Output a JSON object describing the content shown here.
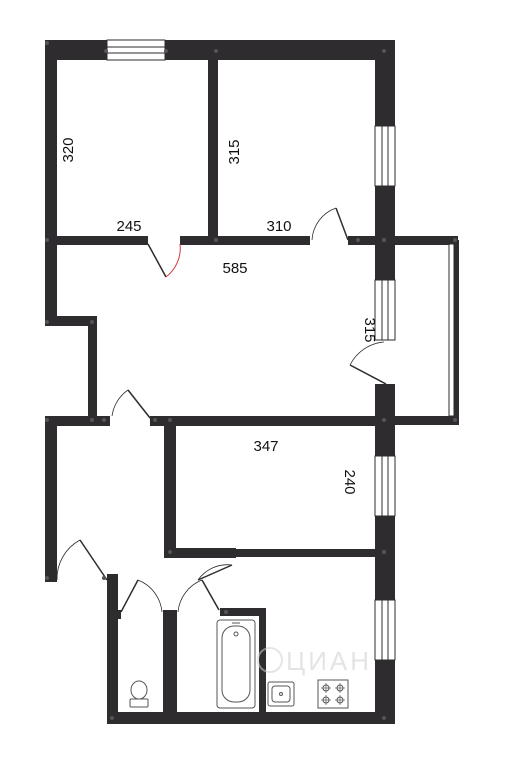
{
  "dimensions": {
    "room_top_left_height": "320",
    "room_top_left_width": "245",
    "room_top_right_height": "315",
    "room_top_right_width": "310",
    "hallway_length": "585",
    "balcony_side": "315",
    "room_middle_width": "347",
    "room_middle_height": "240"
  },
  "colors": {
    "wall": "#2e2c2e",
    "door_accent": "#d23a3a"
  }
}
